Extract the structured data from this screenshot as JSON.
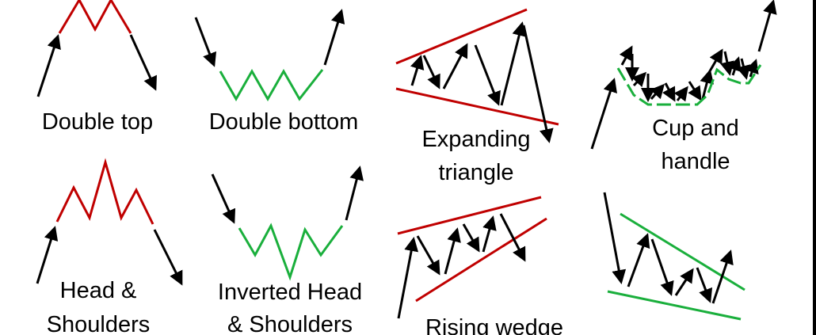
{
  "colors": {
    "bearish": "#c00000",
    "bullish": "#1aaf3c",
    "price": "#000000"
  },
  "patterns": [
    {
      "id": "double-top",
      "label": [
        "Double top"
      ]
    },
    {
      "id": "double-bottom",
      "label": [
        "Double bottom"
      ]
    },
    {
      "id": "expanding-triangle",
      "label": [
        "Expanding",
        "triangle"
      ]
    },
    {
      "id": "cup-and-handle",
      "label": [
        "Cup and",
        "handle"
      ]
    },
    {
      "id": "head-and-shoulders",
      "label": [
        "Head &",
        "Shoulders"
      ]
    },
    {
      "id": "inverted-head-and-shoulders",
      "label": [
        "Inverted Head",
        "& Shoulders"
      ]
    },
    {
      "id": "rising-wedge",
      "label": [
        "Rising wedge"
      ]
    },
    {
      "id": "falling-wedge",
      "label": []
    }
  ]
}
